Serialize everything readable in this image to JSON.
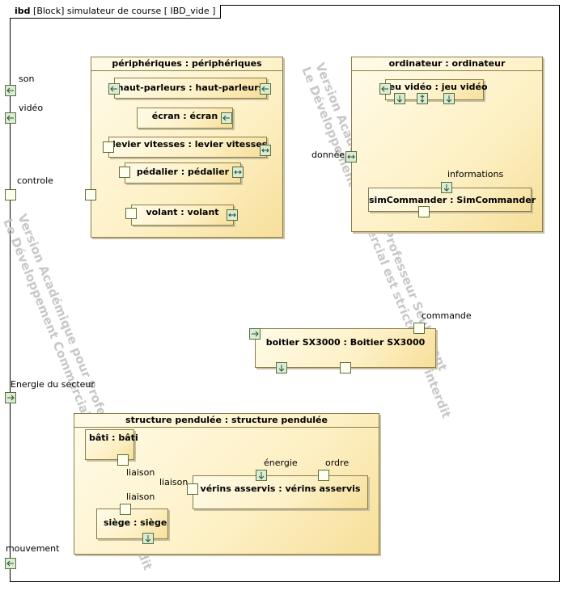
{
  "frame": {
    "kind": "ibd",
    "title": "[Block] simulateur de course [ IBD_vide ]"
  },
  "watermark": {
    "line1": "Version Académique pour Professeur Seulement",
    "line2": "Le Développement Commercial est strictement interdit"
  },
  "boundary_ports": {
    "son": "son",
    "video": "vidéo",
    "controle": "controle",
    "energie": "Energie du secteur",
    "mouvement": "mouvement"
  },
  "peripheriques": {
    "title": "périphériques : périphériques",
    "haut_parleurs": "haut-parleurs : haut-parleurs",
    "ecran": "écran : écran",
    "levier": "levier vitesses : levier vitesses",
    "pedalier": "pédalier : pédalier",
    "volant": "volant : volant"
  },
  "ordinateur": {
    "title": "ordinateur : ordinateur",
    "jeu_video": "jeu vidéo : jeu vidéo",
    "simcommander": "simCommander : SimCommander",
    "port_informations": "informations",
    "port_donnees": "données"
  },
  "boitier": {
    "title": "boitier SX3000 : Boitier SX3000",
    "port_commande": "commande"
  },
  "structure": {
    "title": "structure pendulée : structure pendulée",
    "bati": "bâti : bâti",
    "siege": "siège : siège",
    "verins": "vérins asservis : vérins asservis",
    "liaison1": "liaison",
    "liaison2": "liaison",
    "liaison3": "liaison",
    "port_energie": "énergie",
    "port_ordre": "ordre"
  },
  "icons": {
    "port_in": "arrow-left-icon",
    "port_out": "arrow-right-icon",
    "port_down": "arrow-down-icon",
    "port_inout": "double-arrow-icon"
  },
  "colors": {
    "part_fill": "#fdf0c4",
    "part_border": "#8a7d4a",
    "port_flow": "#d9ecd5",
    "watermark": "#c8c8c8"
  }
}
